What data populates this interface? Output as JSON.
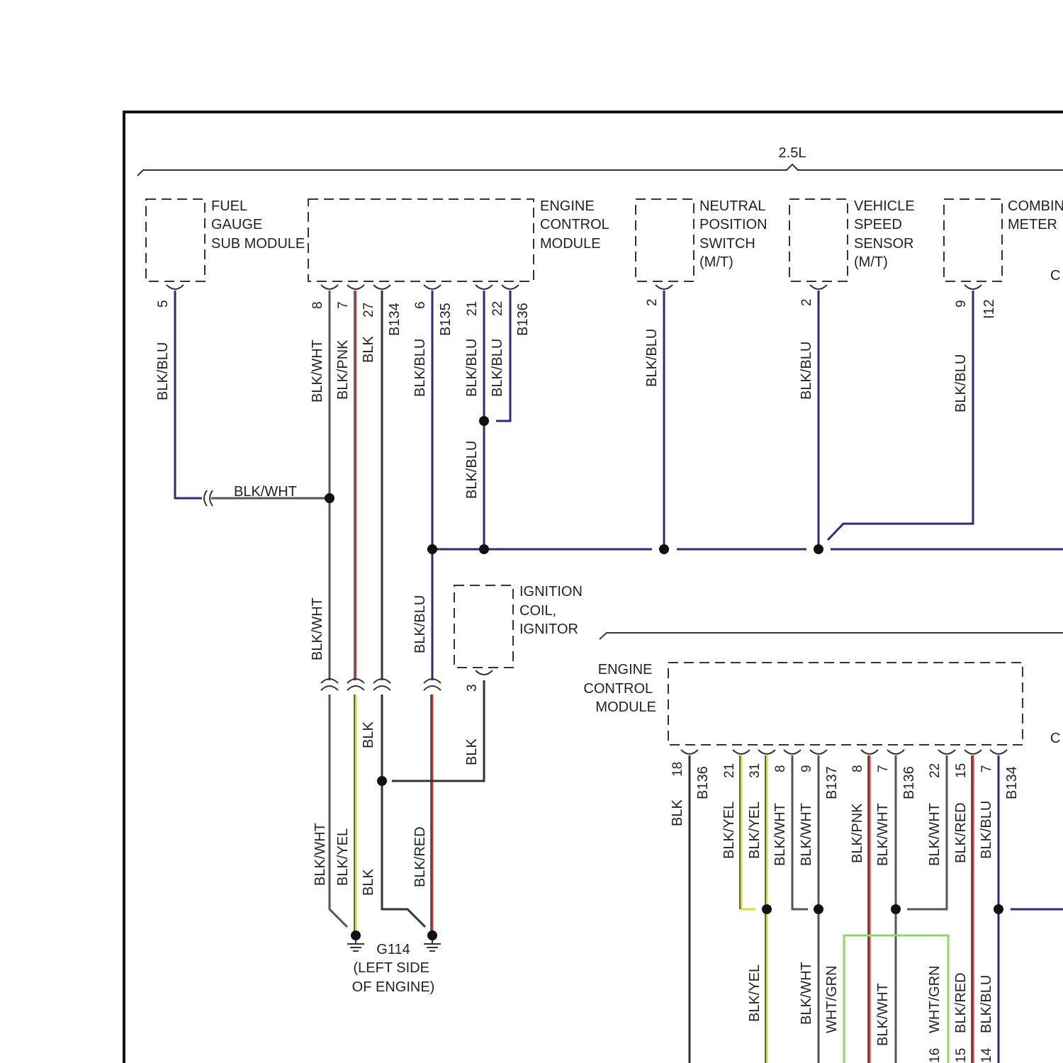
{
  "colors": {
    "blk_blu": "#2b2b7a",
    "blk_wht": "#555555",
    "blk": "#333333",
    "red": "#cc3333",
    "yel": "#d8dc2a",
    "grn": "#8cd66e",
    "frame": "#111111"
  },
  "section_label": "2.5L",
  "components": {
    "fuel_gauge": [
      "FUEL",
      "GAUGE",
      "SUB MODULE"
    ],
    "ecm_top": [
      "ENGINE",
      "CONTROL",
      "MODULE"
    ],
    "neutral_switch": [
      "NEUTRAL",
      "POSITION",
      "SWITCH",
      "(M/T)"
    ],
    "vehicle_speed": [
      "VEHICLE",
      "SPEED",
      "SENSOR",
      "(M/T)"
    ],
    "combination_meter": [
      "COMBIN",
      "METER"
    ],
    "ignition_coil": [
      "IGNITION",
      "COIL,",
      "IGNITOR"
    ],
    "ecm_bottom": [
      "ENGINE",
      "CONTROL",
      "MODULE"
    ],
    "edge_right_top": "C",
    "edge_right_bottom": "C"
  },
  "ground": {
    "id": "G114",
    "location": [
      "(LEFT SIDE",
      "OF ENGINE)"
    ]
  },
  "wires": {
    "fuel_gauge_5": {
      "pin": "5",
      "color": "BLK/BLU"
    },
    "joint_blkwht": "BLK/WHT",
    "ecm_8": {
      "pin": "8",
      "color": "BLK/WHT"
    },
    "ecm_7": {
      "pin": "7",
      "color": "BLK/PNK"
    },
    "ecm_27": {
      "pin": "27",
      "color": "BLK"
    },
    "ecm_b134": "B134",
    "ecm_6": {
      "pin": "6",
      "color": "BLK/BLU"
    },
    "ecm_b135": "B135",
    "ecm_21": {
      "pin": "21",
      "color": "BLK/BLU"
    },
    "ecm_22": {
      "pin": "22",
      "color": "BLK/BLU"
    },
    "ecm_b136": "B136",
    "ecm_21_22_joined": "BLK/BLU",
    "nps_2": {
      "pin": "2",
      "color": "BLK/BLU"
    },
    "vss_2": {
      "pin": "2",
      "color": "BLK/BLU"
    },
    "meter_9": {
      "pin": "9",
      "color": "BLK/BLU"
    },
    "meter_conn": "I12",
    "left_mid": "BLK/WHT",
    "b6_mid": "BLK/BLU",
    "coil_3": {
      "pin": "3",
      "color": "BLK"
    },
    "blk_mid": "BLK",
    "lower": [
      "BLK/WHT",
      "BLK/YEL",
      "BLK",
      "BLK/RED"
    ]
  },
  "ecm_bottom_pins": [
    {
      "pin": "18",
      "color": "BLK",
      "conn": "B136"
    },
    {
      "pin": "21",
      "color": "BLK/YEL",
      "conn": ""
    },
    {
      "pin": "31",
      "color": "BLK/YEL",
      "conn": ""
    },
    {
      "pin": "8",
      "color": "BLK/WHT",
      "conn": ""
    },
    {
      "pin": "9",
      "color": "BLK/WHT",
      "conn": "B137"
    },
    {
      "pin": "8",
      "color": "BLK/PNK",
      "conn": ""
    },
    {
      "pin": "7",
      "color": "BLK/WHT",
      "conn": "B136"
    },
    {
      "pin": "22",
      "color": "BLK/WHT",
      "conn": ""
    },
    {
      "pin": "15",
      "color": "BLK/RED",
      "conn": ""
    },
    {
      "pin": "7",
      "color": "BLK/BLU",
      "conn": "B134"
    }
  ],
  "ecm_bottom_lower": [
    {
      "color": "BLK/YEL",
      "pin": ""
    },
    {
      "color": "BLK/WHT",
      "pin": ""
    },
    {
      "color": "WHT/GRN",
      "pin": ""
    },
    {
      "color": "BLK/WHT",
      "pin": ""
    },
    {
      "color": "WHT/GRN",
      "pin": "16"
    },
    {
      "color": "BLK/RED",
      "pin": "15"
    },
    {
      "color": "BLK/BLU",
      "pin": "14"
    }
  ]
}
